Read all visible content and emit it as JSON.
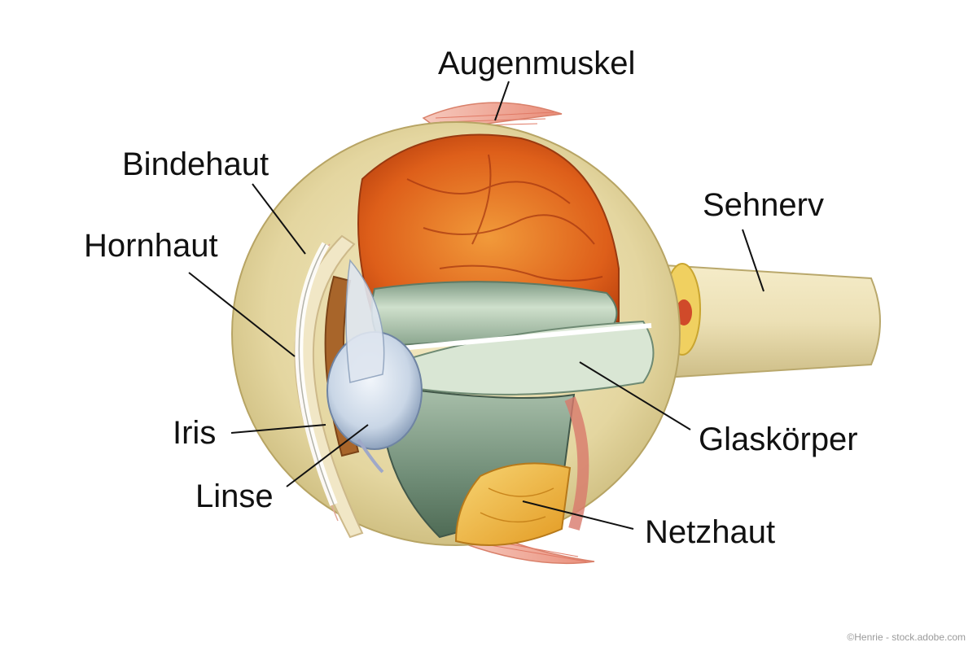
{
  "labels": {
    "augenmuskel": "Augenmuskel",
    "bindehaut": "Bindehaut",
    "hornhaut": "Hornhaut",
    "sehnerv": "Sehnerv",
    "iris": "Iris",
    "linse": "Linse",
    "glaskoerper": "Glaskörper",
    "netzhaut": "Netzhaut"
  },
  "credit": "©Henrie - stock.adobe.com",
  "colors": {
    "sclera": "#e8dcab",
    "choroid": "#e0621d",
    "vitreous": "#b8cdb3",
    "lens": "#c9d4e2",
    "retina": "#f0bb3c",
    "iris": "#a8652a",
    "nerve": "#ece0b5",
    "muscle": "#f0b0a0"
  }
}
